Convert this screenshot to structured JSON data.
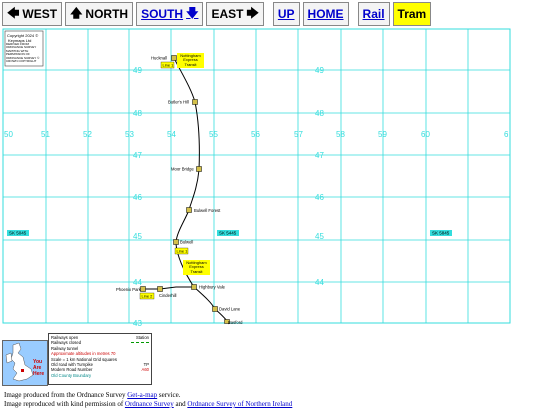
{
  "nav": {
    "west": "WEST",
    "north": "NORTH",
    "south": "SOUTH",
    "east": "EAST",
    "up": "UP",
    "home": "HOME",
    "rail": "Rail",
    "tram": "Tram"
  },
  "copyright": {
    "line1": "Copyright 2024 ©",
    "line2": "Keymaps Ltd",
    "line3": "DERIVED FROM ORDNANCE SURVEY MAPPING WITH PERMISSION OF ORDNANCE SURVEY © CROWN COPYRIGHT"
  },
  "grid": {
    "easting_labels": [
      "50",
      "51",
      "52",
      "53",
      "54",
      "55",
      "56",
      "57",
      "58",
      "59",
      "60",
      "6"
    ],
    "northing_labels_left": [
      "49",
      "48",
      "47",
      "46",
      "45",
      "44",
      "43"
    ],
    "northing_labels_right": [
      "49",
      "48",
      "47",
      "46",
      "45",
      "44"
    ],
    "square_labels": [
      "SK 5045",
      "SK 5445",
      "SK 5845"
    ]
  },
  "stops": [
    "Hucknall",
    "Butler's Hill",
    "Moor Bridge",
    "Bulwell Forest",
    "Bulwell",
    "Phoenix Park",
    "Cinderhill",
    "Highbury Vale",
    "David Lane",
    "Basford"
  ],
  "tram_labels": {
    "line1": "Line 1",
    "line2": "Line 2",
    "transit": "Nottingham Express Transit"
  },
  "legend": {
    "open": "Railways open",
    "station": "Station",
    "closed": "Railways closed",
    "tunnel": "Railway tunnel",
    "altitudes": "Approximate altitudes in metres",
    "altitude_sample": "70",
    "scale": "Scale = 1 km National Grid squares",
    "turnpike": "Old road with Turnpike",
    "turnpike_sample": "TP",
    "modern_road": "Modern Road Number",
    "modern_road_sample": "A60",
    "county": "Old County Boundary"
  },
  "minimap": {
    "you": "You",
    "are": "Are",
    "here": "Here"
  },
  "footer": {
    "line1_pre": "Image produced from the Ordnance Survey ",
    "line1_link": "Get-a-map",
    "line1_post": " service.",
    "line2_pre": "Image reproduced with kind permission of ",
    "line2_link1": "Ordnance Survey",
    "line2_mid": " and ",
    "line2_link2": "Ordnance Survey of Northern Ireland"
  },
  "colors": {
    "grid": "#33dddd",
    "tram_yellow": "#ffff00",
    "route": "#000000",
    "link": "#0000cc"
  }
}
